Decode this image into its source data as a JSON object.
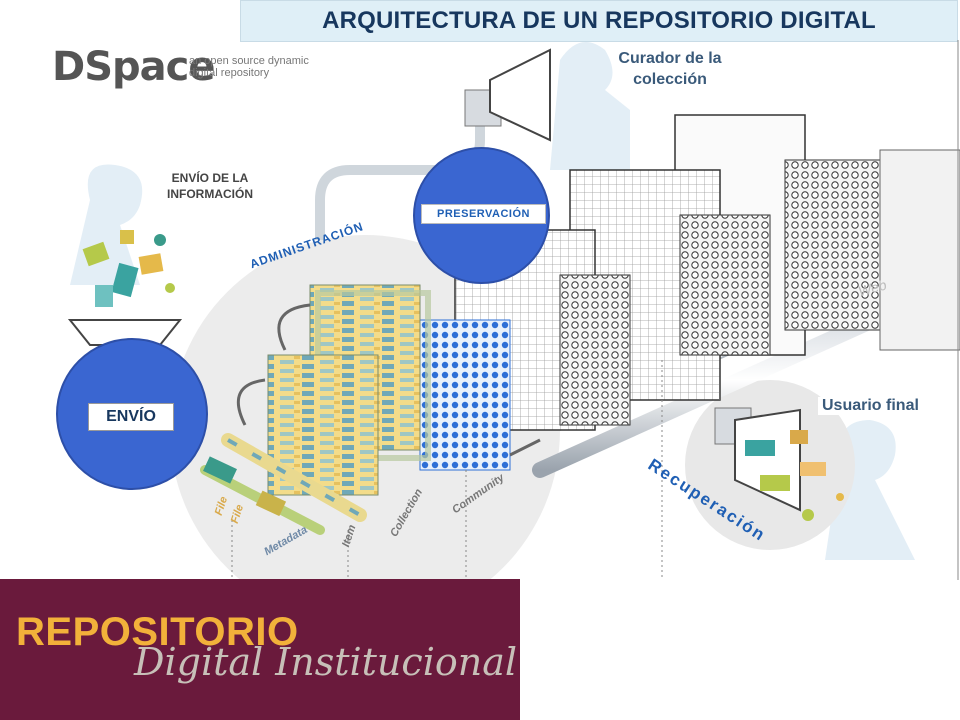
{
  "title": "ARQUITECTURA DE UN REPOSITORIO DIGITAL",
  "dspace": {
    "name": "DSpace",
    "tagline": "an open source dynamic digital repository"
  },
  "labels": {
    "curador": "Curador de la colección",
    "envio_info": "ENVÍO DE LA INFORMACIÓN",
    "administracion": "ADMINISTRACIÓN",
    "preservacion": "PRESERVACIÓN",
    "envio": "ENVÍO",
    "usuario_final": "Usuario final",
    "recuperacion": "Recuperación",
    "web": "Web"
  },
  "layers": [
    "File",
    "File",
    "Metadata",
    "Item",
    "Collection",
    "Community"
  ],
  "logo": {
    "word1": "REPOSITORIO",
    "word2": "Digital Institucional"
  },
  "colors": {
    "circle_blue": "#3a66d1",
    "title_bg": "#dfeff7",
    "logo_bg": "#6a1a3c",
    "logo_gold": "#f2b13a"
  }
}
